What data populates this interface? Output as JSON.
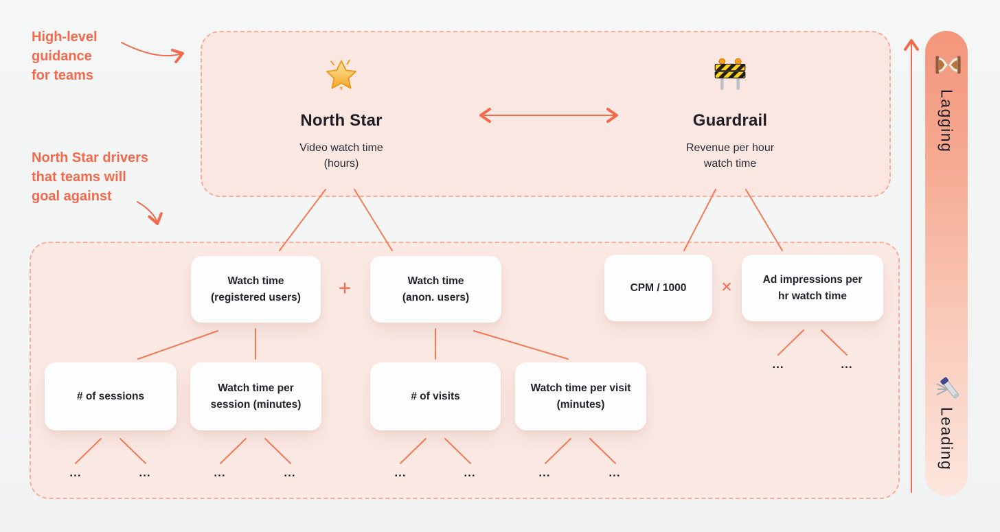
{
  "colors": {
    "accent": "#f2694c",
    "connector": "#f37a57",
    "panel_fill": "#fbe7e2",
    "panel_border": "#f6ac99",
    "card_bg": "#fdfdfd",
    "pill_gradient_top": "#f4957b",
    "pill_gradient_bottom": "#fce6de"
  },
  "annotations": {
    "high_level_guidance": "High-level\nguidance\nfor teams",
    "drivers_note": "North Star drivers\nthat teams will\ngoal against"
  },
  "guidance_panel": {
    "north_star": {
      "icon": "glowing-star-icon",
      "title": "North Star",
      "subtitle": "Video watch time\n(hours)"
    },
    "guardrail": {
      "icon": "construction-barrier-icon",
      "title": "Guardrail",
      "subtitle": "Revenue per hour\nwatch time"
    }
  },
  "drivers_panel": {
    "plus_operator": "+",
    "times_operator": "×",
    "ellipsis": "...",
    "cards": [
      {
        "label": "Watch time\n(registered users)"
      },
      {
        "label": "Watch time\n(anon. users)"
      },
      {
        "label": "CPM / 1000"
      },
      {
        "label": "Ad impressions per\nhr watch time"
      },
      {
        "label": "# of sessions"
      },
      {
        "label": "Watch time per\nsession (minutes)"
      },
      {
        "label": "# of visits"
      },
      {
        "label": "Watch time per visit\n(minutes)"
      }
    ]
  },
  "axis": {
    "lagging": {
      "icon": "hourglass-icon",
      "label": "Lagging"
    },
    "leading": {
      "icon": "telescope-icon",
      "label": "Leading"
    }
  }
}
